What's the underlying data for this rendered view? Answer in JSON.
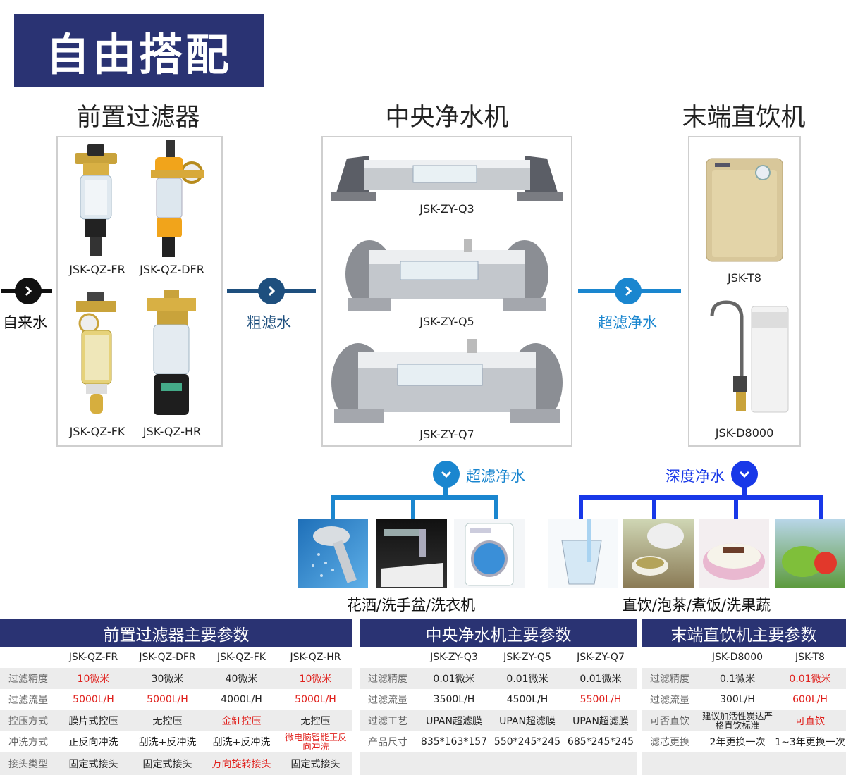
{
  "banner": {
    "title": "自由搭配"
  },
  "sections": {
    "pre": "前置过滤器",
    "central": "中央净水机",
    "terminal": "末端直饮机"
  },
  "products": {
    "pre": [
      "JSK-QZ-FR",
      "JSK-QZ-DFR",
      "JSK-QZ-FK",
      "JSK-QZ-HR"
    ],
    "central": [
      "JSK-ZY-Q3",
      "JSK-ZY-Q5",
      "JSK-ZY-Q7"
    ],
    "terminal": [
      "JSK-T8",
      "JSK-D8000"
    ]
  },
  "flow": {
    "tap": "自来水",
    "coarse": "粗滤水",
    "ultra": "超滤净水",
    "ultra2": "超滤净水",
    "deep": "深度净水"
  },
  "uses": {
    "central": "花洒/洗手盆/洗衣机",
    "terminal": "直饮/泡茶/煮饭/洗果蔬"
  },
  "colors": {
    "navy": "#2a3373",
    "arrowDark": "#1e4f7e",
    "arrowBlue": "#1a86cf",
    "arrowPure": "#1838e8",
    "red": "#e0201c"
  },
  "tables": {
    "pre": {
      "title": "前置过滤器主要参数",
      "headers": [
        "",
        "JSK-QZ-FR",
        "JSK-QZ-DFR",
        "JSK-QZ-FK",
        "JSK-QZ-HR"
      ],
      "rows": [
        [
          "过滤精度",
          "10微米",
          "30微米",
          "40微米",
          "10微米"
        ],
        [
          "过滤流量",
          "5000L/H",
          "5000L/H",
          "4000L/H",
          "5000L/H"
        ],
        [
          "控压方式",
          "膜片式控压",
          "无控压",
          "金缸控压",
          "无控压"
        ],
        [
          "冲洗方式",
          "正反向冲洗",
          "刮洗+反冲洗",
          "刮洗+反冲洗",
          "微电脑智能正反向冲洗"
        ],
        [
          "接头类型",
          "固定式接头",
          "固定式接头",
          "万向旋转接头",
          "固定式接头"
        ]
      ]
    },
    "central": {
      "title": "中央净水机主要参数",
      "headers": [
        "",
        "JSK-ZY-Q3",
        "JSK-ZY-Q5",
        "JSK-ZY-Q7"
      ],
      "rows": [
        [
          "过滤精度",
          "0.01微米",
          "0.01微米",
          "0.01微米"
        ],
        [
          "过滤流量",
          "3500L/H",
          "4500L/H",
          "5500L/H"
        ],
        [
          "过滤工艺",
          "UPAN超滤膜",
          "UPAN超滤膜",
          "UPAN超滤膜"
        ],
        [
          "产品尺寸",
          "835*163*157",
          "550*245*245",
          "685*245*245"
        ]
      ]
    },
    "terminal": {
      "title": "末端直饮机主要参数",
      "headers": [
        "",
        "JSK-D8000",
        "JSK-T8"
      ],
      "rows": [
        [
          "过滤精度",
          "0.1微米",
          "0.01微米"
        ],
        [
          "过滤流量",
          "300L/H",
          "600L/H"
        ],
        [
          "可否直饮",
          "建议加活性炭达严格直饮标准",
          "可直饮"
        ],
        [
          "滤芯更换",
          "2年更换一次",
          "1~3年更换一次"
        ]
      ]
    }
  }
}
